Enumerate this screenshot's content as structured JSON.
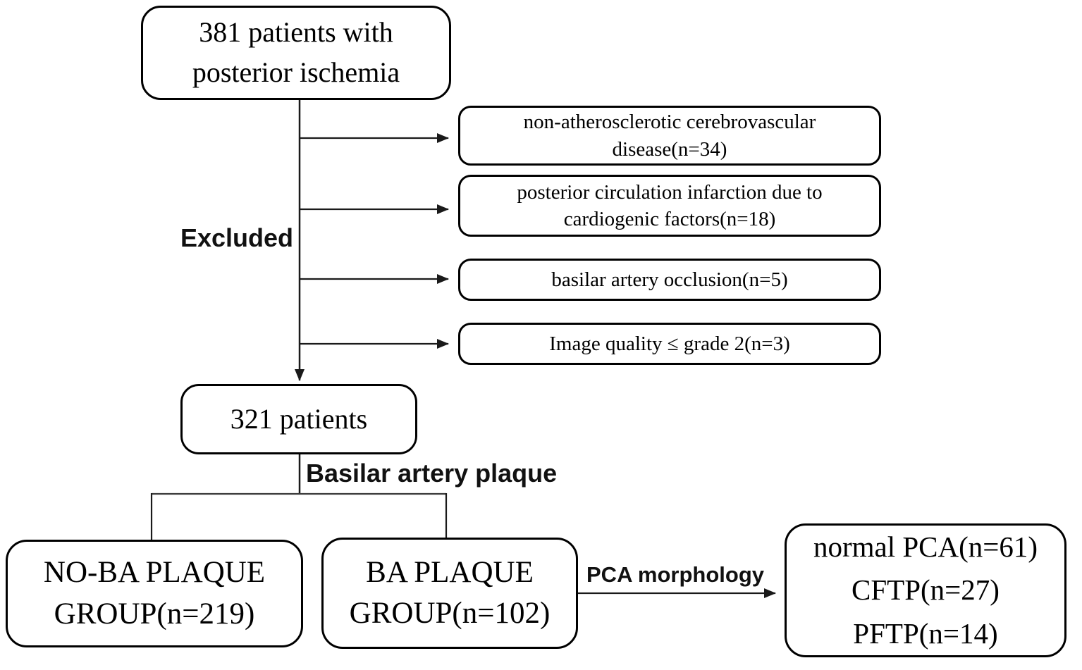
{
  "title": "Patient inclusion flow diagram",
  "colors": {
    "background": "#ffffff",
    "box_border": "#000000",
    "text": "#000000",
    "line": "#1a1a1a"
  },
  "nodes": {
    "total_patients": "381 patients with\nposterior ischemia",
    "exclusions": [
      "non-atherosclerotic cerebrovascular\ndisease(n=34)",
      "posterior circulation infarction due to\ncardiogenic factors(n=18)",
      "basilar artery occlusion(n=5)",
      "Image quality ≤ grade 2(n=3)"
    ],
    "included_patients": "321 patients",
    "no_ba_group": "NO-BA PLAQUE\nGROUP(n=219)",
    "ba_group": "BA PLAQUE\nGROUP(n=102)",
    "pca_outcomes": "normal PCA(n=61)\nCFTP(n=27)\nPFTP(n=14)"
  },
  "labels": {
    "excluded": "Excluded",
    "basilar_plaque": "Basilar artery plaque",
    "pca_morphology": "PCA morphology"
  }
}
